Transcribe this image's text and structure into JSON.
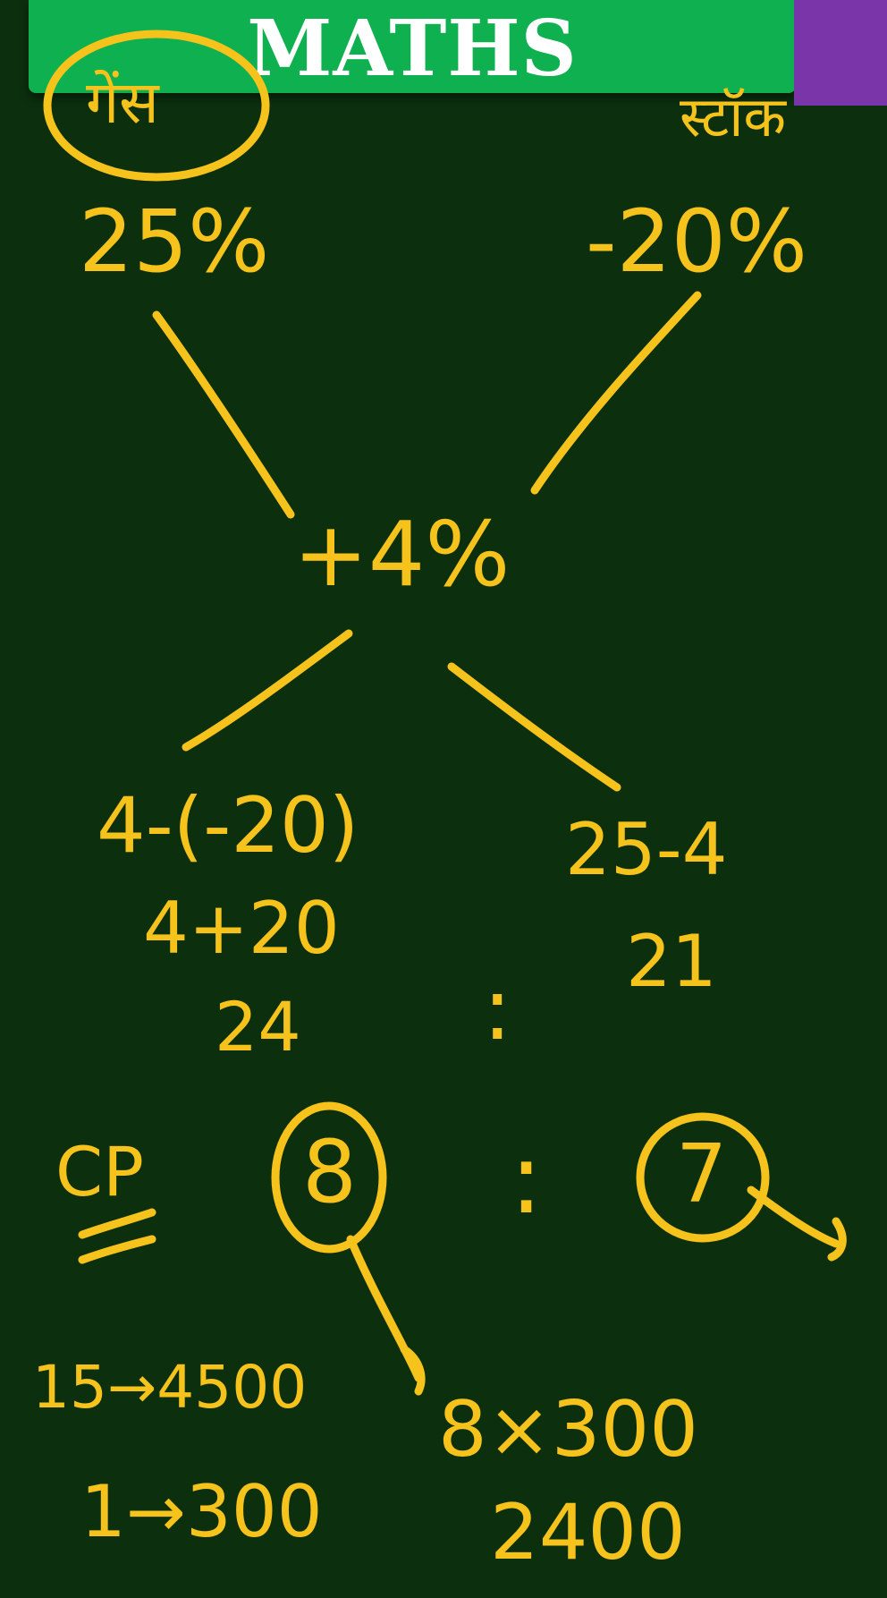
{
  "banner": {
    "title": "MATHS",
    "accent_color": "#0fb04f",
    "corner_color": "#7a35a8"
  },
  "ink_color": "#f6c21c",
  "board_color": "#0c300e",
  "notes": {
    "left_label": "गेंस",
    "right_label": "स्टॉक",
    "left_percent": "25%",
    "right_percent": "-20%",
    "center_percent": "+4%",
    "left_expr_1": "4-(-20)",
    "left_expr_2": "4+20",
    "left_expr_3": "24",
    "colon_1": ":",
    "right_expr_1": "25-4",
    "right_expr_2": "21",
    "cp_label": "CP",
    "ratio_left": "8",
    "colon_2": ":",
    "ratio_right": "7",
    "calc_1": "15→4500",
    "calc_2": "1→300",
    "calc_3": "8×300",
    "calc_4": "2400"
  }
}
